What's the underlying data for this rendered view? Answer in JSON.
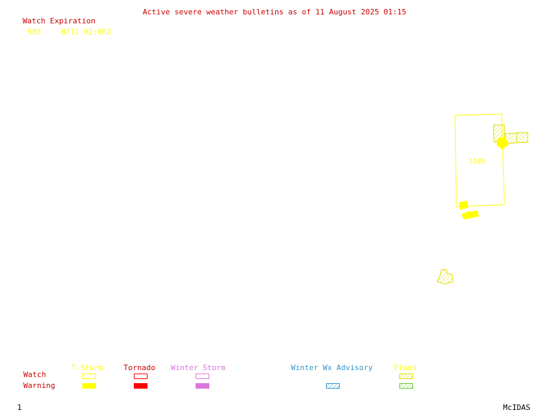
{
  "title": "Active severe weather bulletins as of 11 August 2025 01:15",
  "watch_table": {
    "header": "Watch Expiration",
    "rows": [
      {
        "id": "585",
        "expiration": "8/11 02:00Z"
      }
    ]
  },
  "map": {
    "watch_label": "S585"
  },
  "legend": {
    "row_labels": {
      "watch": "Watch",
      "warning": "Warning"
    },
    "categories": [
      {
        "key": "tstorm",
        "label": "T-Storm",
        "color": "#ffff00",
        "watch_style": "outline",
        "warning_style": "filled"
      },
      {
        "key": "tornado",
        "label": "Tornado",
        "color": "#ff0000",
        "watch_style": "outline",
        "warning_style": "filled"
      },
      {
        "key": "winter",
        "label": "Winter Storm",
        "color": "#dd77dd",
        "watch_style": "outline",
        "warning_style": "filled"
      },
      {
        "key": "winterwx",
        "label": "Winter Wx Advisory",
        "color": "#3399cc",
        "warning_style": "hatched"
      },
      {
        "key": "flood",
        "label": "Flood",
        "color": "#ffff00",
        "warning_color": "#66cc33",
        "watch_style": "hatched",
        "warning_style": "hatched"
      }
    ]
  },
  "colors": {
    "title": "#cc0000",
    "watch_text": "#ffff00",
    "watch_polygon": "#ffff00",
    "warning_fill": "#ffff00",
    "row_label": "#cc0000",
    "footer": "#000000"
  },
  "footer": {
    "page": "1",
    "brand": "McIDAS"
  }
}
